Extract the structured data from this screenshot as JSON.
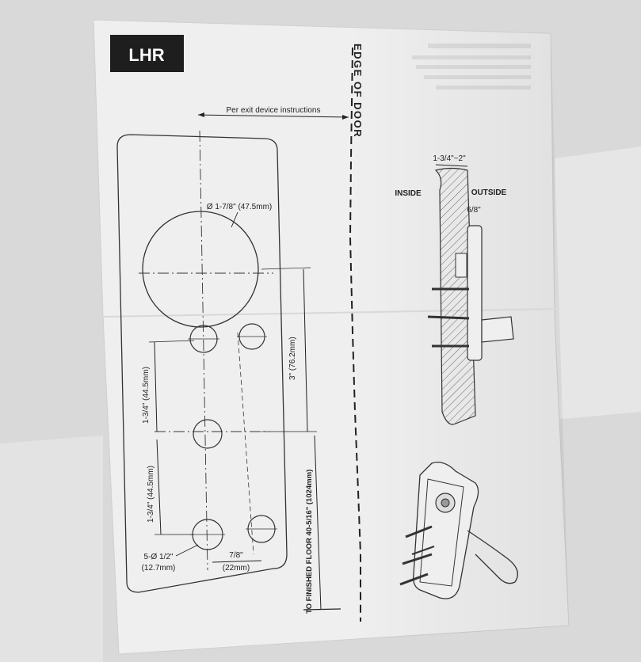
{
  "template": {
    "badge": "LHR",
    "edge_of_door": "EDGE OF DOOR",
    "per_exit_note": "Per exit device instructions",
    "bore_diameter": "Ø 1-7/8\" (47.5mm)",
    "vertical_3in": "3\" (76.2mm)",
    "spacing_upper": "1-3/4\" (44.5mm)",
    "spacing_lower": "1-3/4\" (44.5mm)",
    "holes_count": "5-Ø 1/2\"",
    "holes_mm": "(12.7mm)",
    "horizontal_in": "7/8\"",
    "horizontal_mm": "(22mm)",
    "finished_floor": "TO FINISHED FLOOR 40-5/16\" (1024mm)"
  },
  "side_view": {
    "door_thickness": "1-3/4\"~2\"",
    "inside_label": "INSIDE",
    "outside_label": "OUTSIDE",
    "offset": "6/8\""
  },
  "colors": {
    "paper": "#efefef",
    "ink": "#222222",
    "badge_bg": "#1e1e1e",
    "background": "#dcdcdc"
  }
}
